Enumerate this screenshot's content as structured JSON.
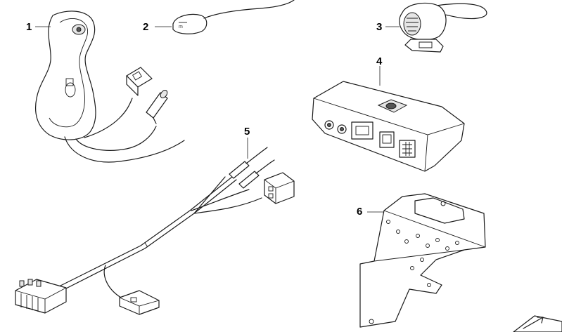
{
  "callouts": [
    {
      "id": "1",
      "label": "1"
    },
    {
      "id": "2",
      "label": "2"
    },
    {
      "id": "3",
      "label": "3"
    },
    {
      "id": "4",
      "label": "4"
    },
    {
      "id": "5",
      "label": "5"
    },
    {
      "id": "6",
      "label": "6"
    }
  ],
  "colors": {
    "line": "#1a1a1a",
    "background": "#ffffff",
    "shade": "#e6e6e6"
  }
}
